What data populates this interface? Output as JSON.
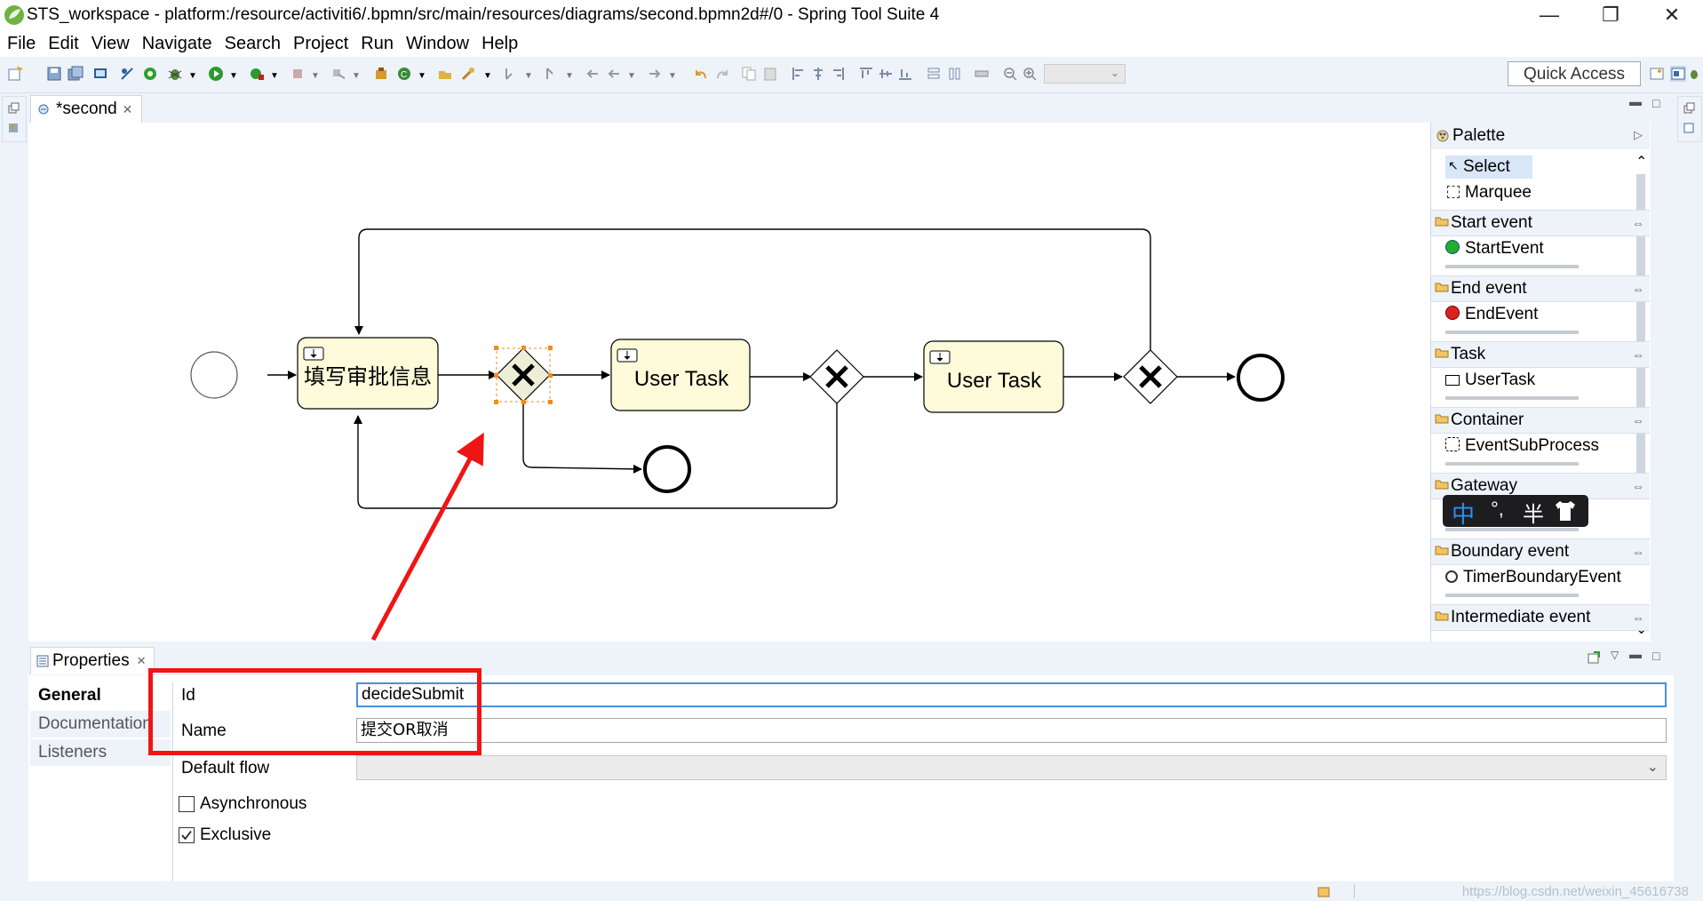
{
  "window": {
    "title": "STS_workspace - platform:/resource/activiti6/.bpmn/src/main/resources/diagrams/second.bpmn2d#/0 - Spring Tool Suite 4",
    "minimize": "—",
    "maximize": "❐",
    "close": "✕"
  },
  "menu": [
    "File",
    "Edit",
    "View",
    "Navigate",
    "Search",
    "Project",
    "Run",
    "Window",
    "Help"
  ],
  "toolbar": {
    "quick_access": "Quick Access"
  },
  "editor": {
    "tab_label": "*second"
  },
  "diagram": {
    "tasks": [
      "填写审批信息",
      "User Task",
      "User Task"
    ]
  },
  "palette": {
    "title": "Palette",
    "tools": [
      "Select",
      "Marquee"
    ],
    "groups": [
      {
        "label": "Start event",
        "first_item": "StartEvent"
      },
      {
        "label": "End event",
        "first_item": "EndEvent"
      },
      {
        "label": "Task",
        "first_item": "UserTask"
      },
      {
        "label": "Container",
        "first_item": "EventSubProcess"
      },
      {
        "label": "Gateway",
        "first_item": ""
      },
      {
        "label": "Boundary event",
        "first_item": "TimerBoundaryEvent"
      },
      {
        "label": "Intermediate event",
        "first_item": ""
      }
    ]
  },
  "ime": {
    "mode": "中",
    "punct": "°,",
    "width": "半"
  },
  "properties": {
    "tab_label": "Properties",
    "side_tabs": [
      "General",
      "Documentation",
      "Listeners"
    ],
    "fields": {
      "id_label": "Id",
      "id_value": "decideSubmit",
      "name_label": "Name",
      "name_value": "提交OR取消",
      "default_flow_label": "Default flow",
      "default_flow_value": ""
    },
    "checkboxes": [
      {
        "label": "Asynchronous",
        "checked": false
      },
      {
        "label": "Exclusive",
        "checked": true
      }
    ]
  },
  "status": {
    "watermark": "https://blog.csdn.net/weixin_45616738"
  },
  "colors": {
    "highlight": "#f01515",
    "task_fill": "#fdfbd9",
    "selection": "#f28b1b",
    "focus_border": "#4b8ed6"
  }
}
